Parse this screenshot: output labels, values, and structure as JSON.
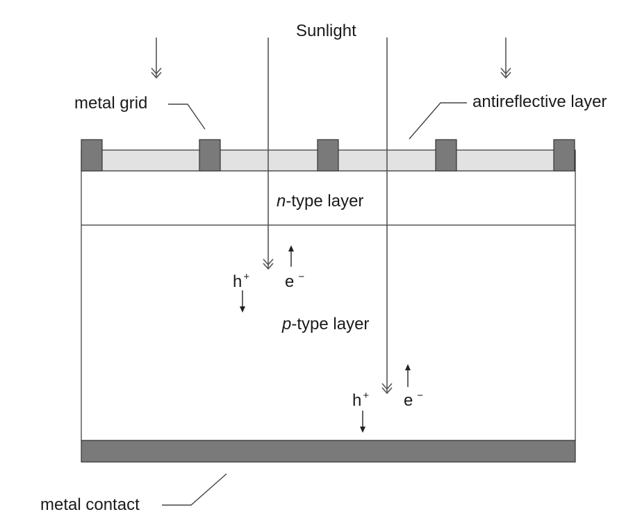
{
  "labels": {
    "sunlight": "Sunlight",
    "metal_grid": "metal grid",
    "antireflective_layer": "antireflective layer",
    "n_type_prefix": "n",
    "n_type_suffix": "-type layer",
    "p_type_prefix": "p",
    "p_type_suffix": "-type layer",
    "metal_contact": "metal contact",
    "hole_symbol": "h",
    "hole_charge": "+",
    "electron_symbol": "e",
    "electron_charge": "−"
  },
  "colors": {
    "grid_fill": "#7a7a7a",
    "antireflective_fill": "#e2e2e2",
    "contact_fill": "#7a7a7a",
    "stroke": "#333333",
    "arrow": "#555555",
    "text": "#1a1a1a"
  }
}
